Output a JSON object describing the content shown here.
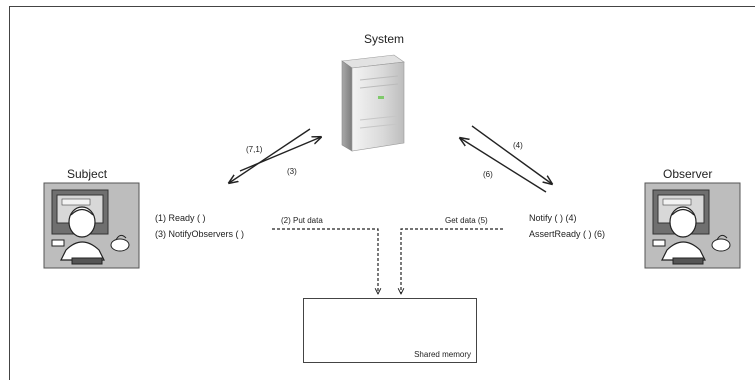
{
  "system": {
    "label": "System",
    "icon": "server-tower-icon"
  },
  "subject": {
    "label": "Subject",
    "icon": "person-at-computer-icon",
    "calls": [
      "(1) Ready ( )",
      "(3) NotifyObservers ( )"
    ]
  },
  "observer": {
    "label": "Observer",
    "icon": "person-at-computer-icon",
    "calls": [
      "Notify ( ) (4)",
      "AssertReady ( ) (6)"
    ]
  },
  "arrows": {
    "subject_to_system": "(7,1)",
    "system_to_subject": "(3)",
    "system_to_observer": "(4)",
    "observer_to_system": "(6)",
    "put_data": "(2) Put data",
    "get_data": "Get data (5)"
  },
  "shared_memory": {
    "label": "Shared memory"
  }
}
